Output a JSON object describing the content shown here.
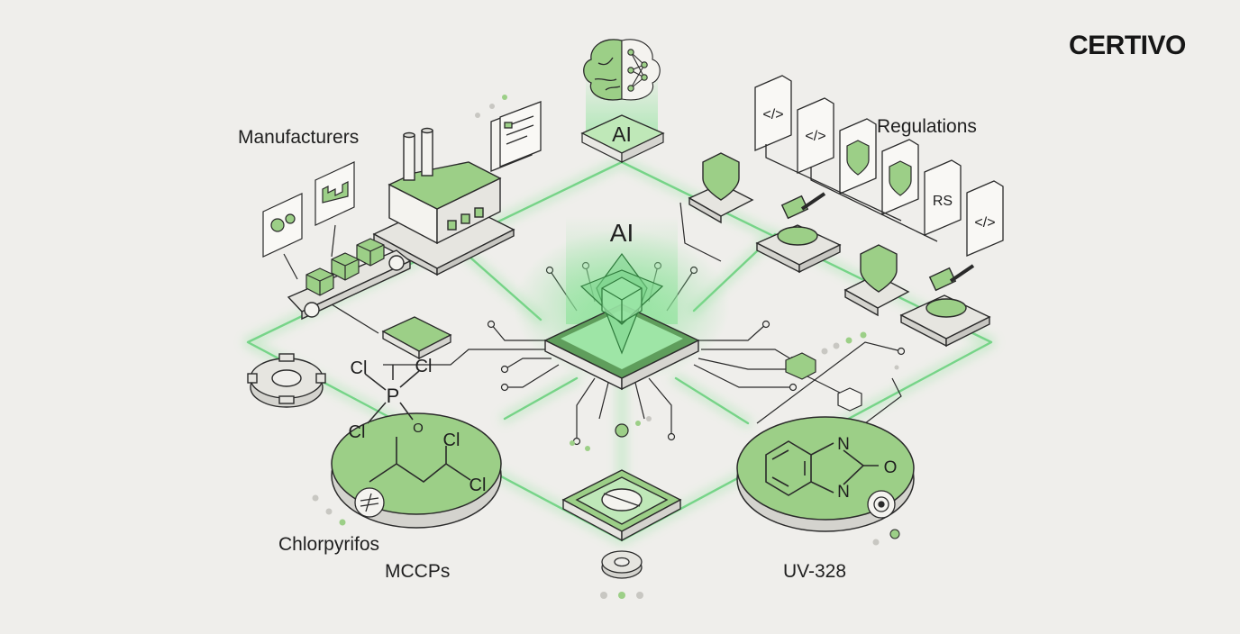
{
  "brand": {
    "name": "CERTIVO"
  },
  "labels": {
    "manufacturers": "Manufacturers",
    "regulations": "Regulations",
    "ai_top": "AI",
    "ai_center": "AI",
    "chlorpyrifos": "Chlorpyrifos",
    "mccps": "MCCPs",
    "uv328": "UV-328"
  },
  "chem_chlorpyrifos": {
    "p": "P",
    "cl1": "Cl",
    "cl2": "Cl",
    "cl3": "Cl",
    "o": "O"
  },
  "chem_mccps": {
    "cl1": "Cl",
    "cl2": "Cl"
  },
  "chem_uv328": {
    "n1": "N",
    "n2": "N",
    "o": "O"
  },
  "regulation_docs": {
    "rs": "RS",
    "code": "</>"
  },
  "colors": {
    "background": "#efeeeb",
    "accent_green": "#9ccf87",
    "glow_green": "#7ee08e",
    "line": "#2a2a2a"
  },
  "icons": [
    "brain-icon",
    "neural-network-icon",
    "factory-icon",
    "gear-icon",
    "shield-icon",
    "gavel-icon",
    "document-icon",
    "chip-icon",
    "conveyor-icon",
    "box-icon"
  ]
}
